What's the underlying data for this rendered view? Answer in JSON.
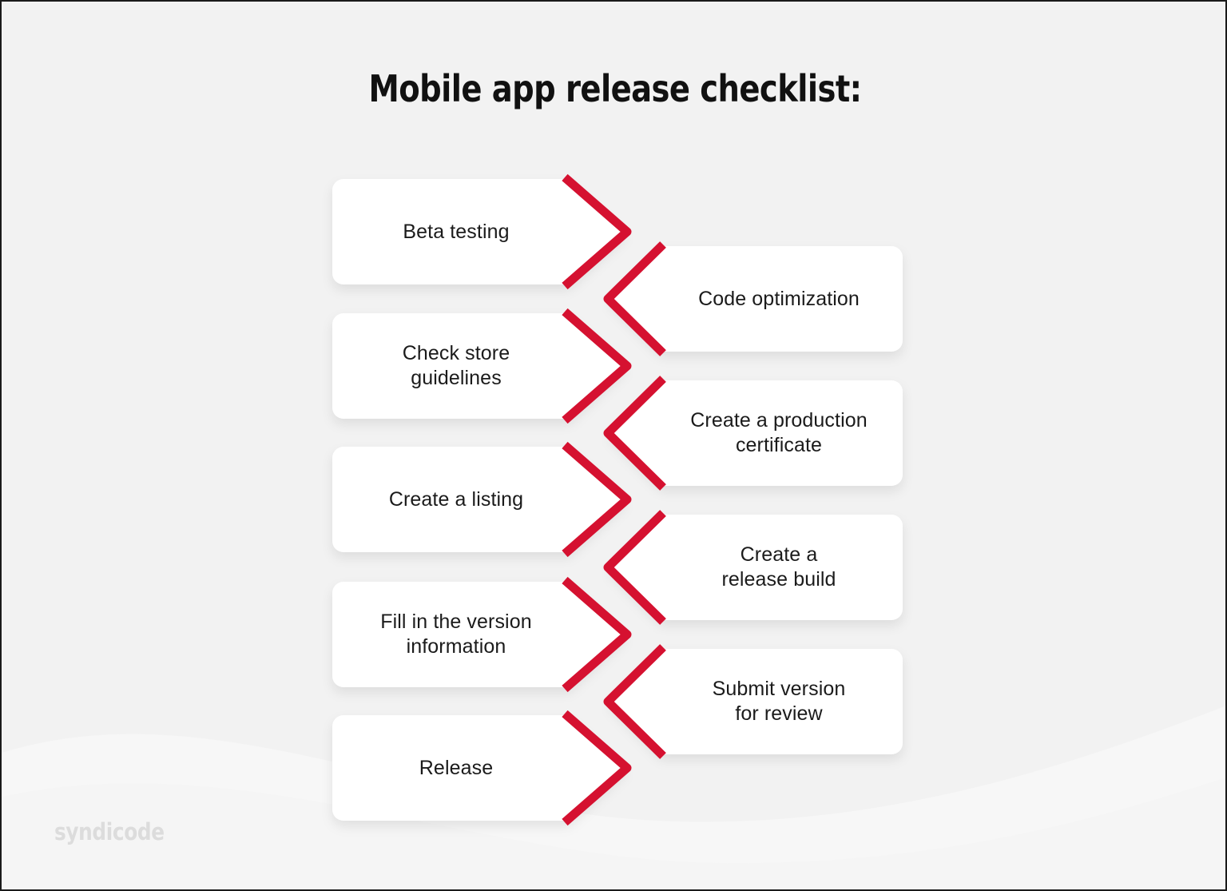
{
  "title": "Mobile app release checklist:",
  "brand": {
    "logo_text": "syndicode",
    "accent_red": "#D51130",
    "background": "#F2F2F2",
    "card_fill": "#FFFFFF",
    "text_color": "#1B1B1B",
    "logo_color": "#DCDCDC"
  },
  "steps": [
    {
      "label": "Beta testing",
      "column": "left",
      "order": 1
    },
    {
      "label": "Code optimization",
      "column": "right",
      "order": 2
    },
    {
      "label": "Check store\nguidelines",
      "column": "left",
      "order": 3
    },
    {
      "label": "Create a production\ncertificate",
      "column": "right",
      "order": 4
    },
    {
      "label": "Create a listing",
      "column": "left",
      "order": 5
    },
    {
      "label": "Create a\nrelease build",
      "column": "right",
      "order": 6
    },
    {
      "label": "Fill in the version\ninformation",
      "column": "left",
      "order": 7
    },
    {
      "label": "Submit version\nfor review",
      "column": "right",
      "order": 8
    },
    {
      "label": "Release",
      "column": "left",
      "order": 9
    }
  ]
}
